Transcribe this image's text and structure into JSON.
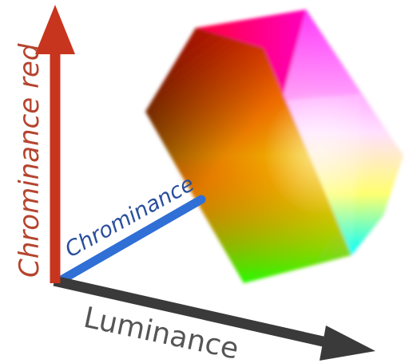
{
  "diagram": {
    "labels": {
      "chrominance_red": "Chrominance red",
      "chrominance_blue": "Chrominance",
      "luminance": "Luminance"
    },
    "colors": {
      "red_axis": "#c8351e",
      "blue_axis": "#2f6fd6",
      "luminance_axis": "#3a3a3a",
      "cube_corners": {
        "black": "#000000",
        "red": "#ff0000",
        "magenta": "#ff00ff",
        "green": "#00ff00",
        "yellow": "#ffff00",
        "cyan": "#00ffff",
        "white": "#ffffff"
      }
    }
  }
}
